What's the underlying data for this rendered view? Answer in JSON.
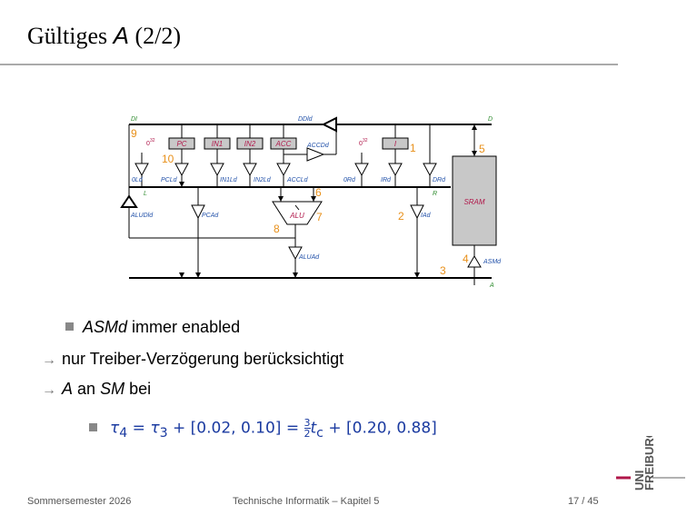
{
  "title": {
    "prefix": "Gültiges",
    "var": "A",
    "suffix": "(2/2)"
  },
  "diagram": {
    "regs": {
      "pc": "PC",
      "in1": "IN1",
      "in2": "IN2",
      "acc": "ACC",
      "i": "I",
      "sram": "SRAM",
      "alu": "ALU"
    },
    "sig": {
      "di": "DI",
      "d": "D",
      "ddld": "DDld",
      "accdd": "ACCDd",
      "zero32a": "0",
      "zero32b": "0",
      "sup": "32",
      "zero_ld": "0Ld",
      "pcld": "PCLd",
      "in1ld": "IN1Ld",
      "in2ld": "IN2Ld",
      "accld": "ACCLd",
      "zero_rd": "0Rd",
      "ird": "IRd",
      "drd": "DRd",
      "l": "L",
      "r": "R",
      "aludld": "ALUDld",
      "pcad": "PCAd",
      "iad": "IAd",
      "aluad": "ALUAd",
      "asmd": "ASMd",
      "a": "A"
    },
    "nums": {
      "n1": "1",
      "n2": "2",
      "n3": "3",
      "n4": "4",
      "n5": "5",
      "n6": "6",
      "n7": "7",
      "n8": "8",
      "n9": "9",
      "n10": "10"
    }
  },
  "bullets": {
    "b1_ital": "ASMd",
    "b1_rest": "immer enabled",
    "b2": "nur Treiber-Verzögerung berücksichtigt",
    "b3_a": "A",
    "b3_mid": "an",
    "b3_sm": "SM",
    "b3_end": "bei"
  },
  "formula": {
    "lhs": "τ",
    "lhs_sub": "4",
    "eq": "=",
    "t3": "τ",
    "t3_sub": "3",
    "plus1": "+",
    "int1": "[0.02, 0.10]",
    "eq2": "=",
    "frac_num": "3",
    "frac_den": "2",
    "tc": "t",
    "tc_sub": "c",
    "plus2": "+",
    "int2": "[0.20, 0.88]"
  },
  "footer": {
    "left": "Sommersemester 2026",
    "center": "Technische Informatik – Kapitel 5",
    "page": "17 / 45"
  },
  "logo": {
    "uni": "UNI",
    "freiburg": "FREIBURG"
  },
  "colors": {
    "blue": "#1f4fa8",
    "red": "#b0174a",
    "orange": "#e8901a",
    "green": "#2e8b2e",
    "reg_fill": "#c8c8c8"
  }
}
